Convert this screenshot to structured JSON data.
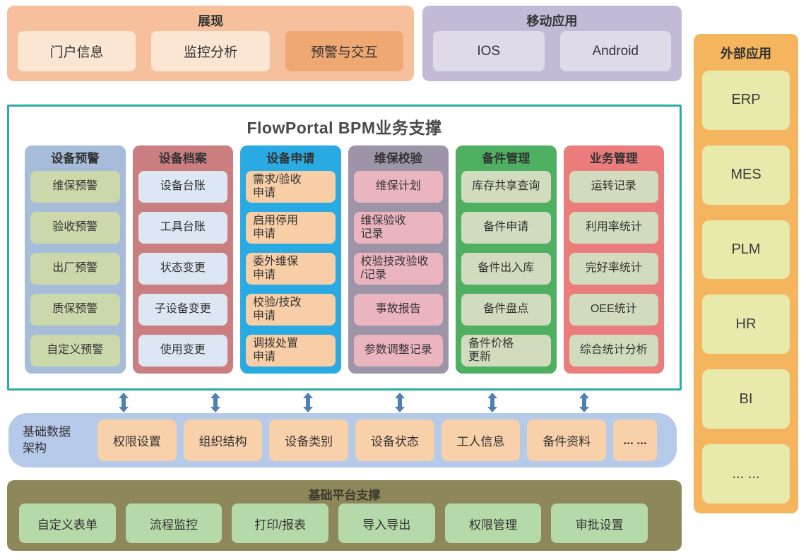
{
  "display": {
    "title": "展现",
    "items": [
      {
        "label": "门户信息"
      },
      {
        "label": "监控分析"
      },
      {
        "label": "预警与交互"
      }
    ]
  },
  "mobile": {
    "title": "移动应用",
    "items": [
      {
        "label": "IOS"
      },
      {
        "label": "Android"
      }
    ]
  },
  "external": {
    "title": "外部应用",
    "items": [
      {
        "label": "ERP"
      },
      {
        "label": "MES"
      },
      {
        "label": "PLM"
      },
      {
        "label": "HR"
      },
      {
        "label": "BI"
      },
      {
        "label": "... ..."
      }
    ]
  },
  "bpm": {
    "title": "FlowPortal BPM业务支撑",
    "columns": [
      {
        "title": "设备预警",
        "items": [
          "维保预警",
          "验收预警",
          "出厂预警",
          "质保预警",
          "自定义预警"
        ]
      },
      {
        "title": "设备档案",
        "items": [
          "设备台账",
          "工具台账",
          "状态变更",
          "子设备变更",
          "使用变更"
        ]
      },
      {
        "title": "设备申请",
        "items": [
          "需求/验收\n申请",
          "启用停用\n申请",
          "委外维保\n申请",
          "校验/技改\n申请",
          "调拨处置\n申请"
        ]
      },
      {
        "title": "维保校验",
        "items": [
          "维保计划",
          "维保验收\n记录",
          "校验技改验收\n/记录",
          "事故报告",
          "参数调整记录"
        ]
      },
      {
        "title": "备件管理",
        "items": [
          "库存共享查询",
          "备件申请",
          "备件出入库",
          "备件盘点",
          "备件价格\n更新"
        ]
      },
      {
        "title": "业务管理",
        "items": [
          "运转记录",
          "利用率统计",
          "完好率统计",
          "OEE统计",
          "综合统计分析"
        ]
      }
    ]
  },
  "base_data": {
    "title": "基础数据\n架构",
    "items": [
      "权限设置",
      "组织结构",
      "设备类别",
      "设备状态",
      "工人信息",
      "备件资料",
      "... ..."
    ]
  },
  "platform": {
    "title": "基础平台支撑",
    "items": [
      "自定义表单",
      "流程监控",
      "打印/报表",
      "导入导出",
      "权限管理",
      "审批设置"
    ]
  },
  "colors": {
    "display_bg": "#F5C09B",
    "display_item_bg": "#FBE5D3",
    "display_item_highlight_bg": "#F0A873",
    "mobile_bg": "#C2BAD7",
    "mobile_item_bg": "#DFDAEA",
    "external_bg": "#F5B45E",
    "external_item_bg": "#E7EAAB",
    "bpm_border": "#2EACA4",
    "col_device_alert_bg": "#A6BCD9",
    "col_device_alert_item_bg": "#CBD8AB",
    "col_device_archive_bg": "#CB7E80",
    "col_device_archive_item_bg": "#DDE7F4",
    "col_device_request_bg": "#2AAAE2",
    "col_device_request_item_bg": "#F7CEA6",
    "col_maintenance_bg": "#9D95A7",
    "col_maintenance_item_bg": "#EBB5BF",
    "col_spareparts_bg": "#4FB061",
    "col_spareparts_item_bg": "#D0DCBD",
    "col_business_bg": "#EA7C7C",
    "col_business_item_bg": "#D0DCBD",
    "arrow": "#4E80B1",
    "base_bar_bg": "#B5C9E9",
    "base_item_bg": "#F8D0A9",
    "platform_bg": "#8D8759",
    "platform_item_bg": "#B6D9A9",
    "text": "#333333"
  }
}
